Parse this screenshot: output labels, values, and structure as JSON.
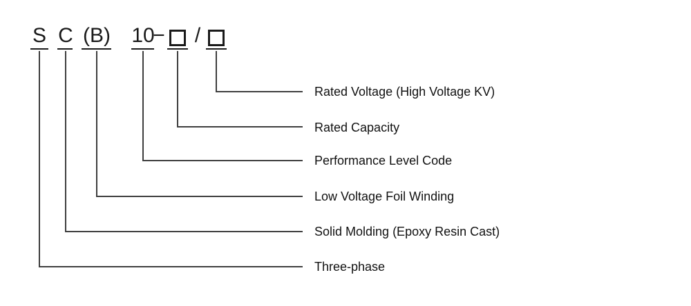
{
  "model_code": "SC(B)10-□/□",
  "code": {
    "units": [
      {
        "char": "S",
        "label": "Three-phase"
      },
      {
        "char": "C",
        "label": "Solid Molding (Epoxy Resin Cast)"
      },
      {
        "char": "(B)",
        "label": "Low Voltage Foil Winding"
      },
      {
        "char": "10",
        "label": "Performance Level Code"
      },
      {
        "char": "□",
        "label": "Rated Capacity"
      },
      {
        "char": "□",
        "label": "Rated Voltage (High Voltage KV)"
      }
    ],
    "separators": {
      "dash": "−",
      "slash": "/"
    }
  },
  "colors": {
    "background": "#ffffff",
    "text": "#1a1a1a",
    "line": "#3d3d3d"
  }
}
